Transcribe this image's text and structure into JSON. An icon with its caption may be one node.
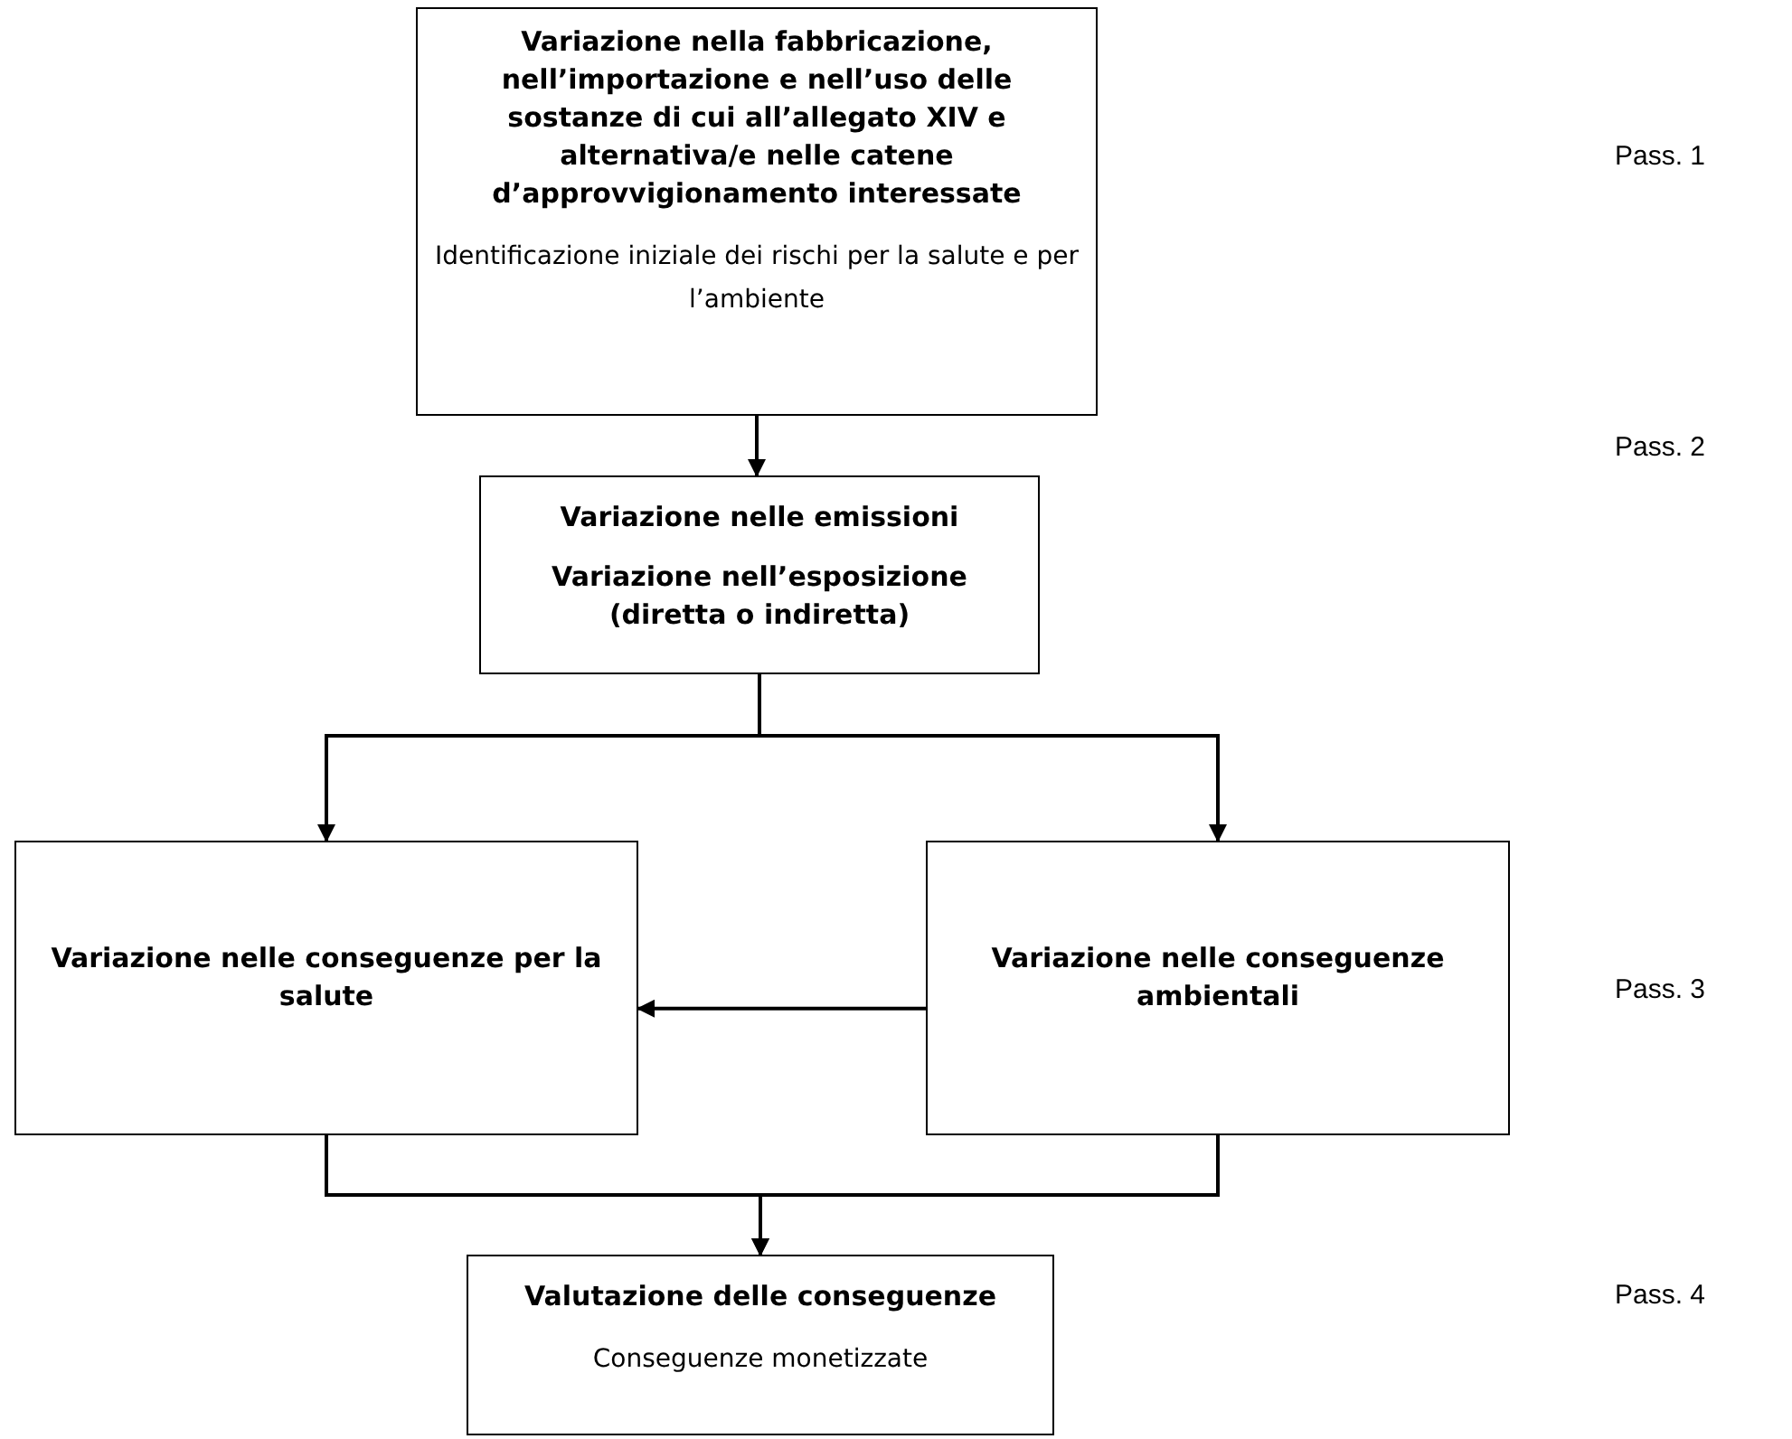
{
  "diagram": {
    "nodes": [
      {
        "text": [
          "Variazione nella fabbricazione, nell’importazione e nell’uso delle sostanze di cui all’allegato XIV e alternativa/e nelle catene d’approvvigionamento interessate",
          "Identificazione iniziale dei rischi per la salute e per l’ambiente"
        ]
      },
      {
        "text": [
          "Variazione nelle emissioni",
          "Variazione nell’esposizione (diretta o indiretta)"
        ]
      },
      {
        "text": [
          "Variazione nelle conseguenze per la salute"
        ]
      },
      {
        "text": [
          "Variazione nelle conseguenze ambientali"
        ]
      },
      {
        "text": [
          "Valutazione delle conseguenze",
          "Conseguenze monetizzate"
        ]
      }
    ],
    "edges": [
      {
        "from": 0,
        "to": 1,
        "arrow": "to"
      },
      {
        "from": 1,
        "to": 2,
        "arrow": "to"
      },
      {
        "from": 1,
        "to": 3,
        "arrow": "to"
      },
      {
        "from": 3,
        "to": 2,
        "arrow": "to"
      },
      {
        "from": 2,
        "to": 4,
        "arrow": "to"
      },
      {
        "from": 3,
        "to": 4,
        "arrow": "to"
      }
    ],
    "labels": [
      "Pass. 1",
      "Pass. 2",
      "Pass. 3",
      "Pass. 4"
    ]
  }
}
